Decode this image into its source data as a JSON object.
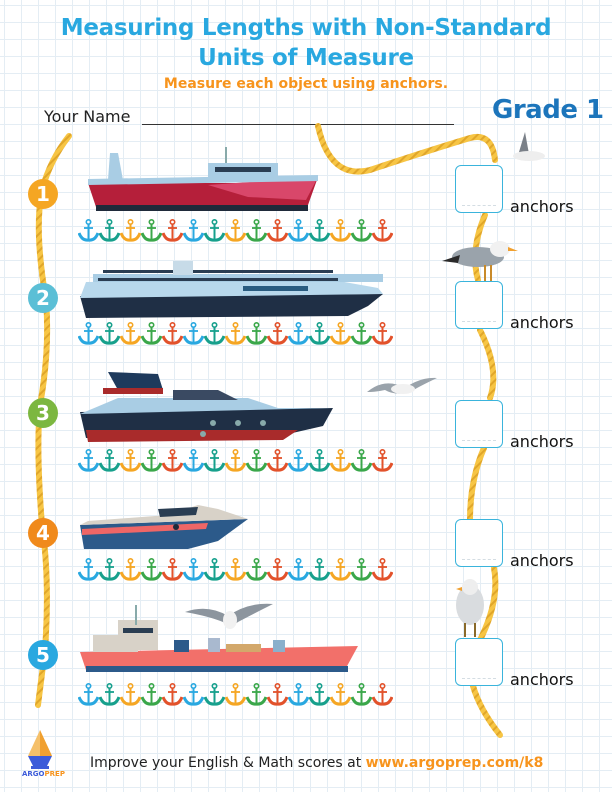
{
  "header": {
    "title_line1": "Measuring Lengths with Non-Standard",
    "title_line2": "Units of Measure",
    "instructions": "Measure each object using anchors.",
    "name_label": "Your Name",
    "grade": "Grade 1"
  },
  "colors": {
    "title": "#29a8e0",
    "instructions": "#f7941d",
    "grade": "#1c75bb",
    "rope": "#f7c544",
    "answer_box_border": "#3ab4dc",
    "anchor_cycle": [
      "#29a8e0",
      "#17a08c",
      "#f5a623",
      "#3aa74a",
      "#e2522b"
    ]
  },
  "problems": [
    {
      "number": "1",
      "badge_color": "#f5a623",
      "object": "fishing trawler ship",
      "anchor_count": 15,
      "answer": "",
      "unit": "anchors"
    },
    {
      "number": "2",
      "badge_color": "#5bbfd6",
      "object": "cruise ship",
      "anchor_count": 15,
      "answer": "",
      "unit": "anchors"
    },
    {
      "number": "3",
      "badge_color": "#7cb740",
      "object": "yacht",
      "anchor_count": 15,
      "answer": "",
      "unit": "anchors"
    },
    {
      "number": "4",
      "badge_color": "#f08a1c",
      "object": "motor boat",
      "anchor_count": 15,
      "answer": "",
      "unit": "anchors"
    },
    {
      "number": "5",
      "badge_color": "#29a8e0",
      "object": "cargo tanker ship",
      "anchor_count": 15,
      "answer": "",
      "unit": "anchors"
    }
  ],
  "footer": {
    "text": "Improve your English & Math scores at ",
    "link": "www.argoprep.com/k8",
    "logo_text_a": "ARGO",
    "logo_text_b": "PREP"
  }
}
